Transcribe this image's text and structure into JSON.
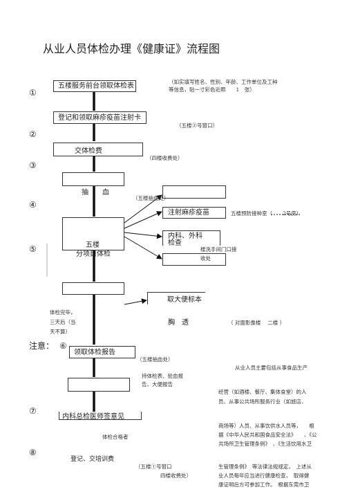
{
  "title": "从业人员体检办理《健康证》流程图",
  "steps": {
    "s1": "①",
    "s2": "②",
    "s3": "③",
    "s4": "④",
    "s5": "⑤",
    "s6": "⑥",
    "s7": "⑦",
    "s8": "⑧"
  },
  "boxes": {
    "b1": "五楼服务前台领取体检表",
    "b2": "登记和领取麻疹疫苗注射卡",
    "b3": "交体检费",
    "b4": "抽　　血",
    "b5a": "五楼",
    "b5b": "分项目体检",
    "b_vac": "注射麻疹疫苗",
    "b_im1": "内科、外科",
    "b_im2": "检查",
    "b_stool": "取大便标本",
    "b_chest": "胸　透",
    "b_report": "领取体检报告",
    "b_doctor": "内科总检医师签意见"
  },
  "notes": {
    "n1a": "（如实填写姓名、性别、年龄、工作单位及工种",
    "n1b": "等信息，贴一寸彩色近照　　1　张）",
    "n2": "（五楼②号窗口）",
    "n3": "（四楼收费处）",
    "n4": "（五楼抽血处）",
    "vac": "五楼预防接种室（　　2号房）",
    "stool_a": "楼洗手间门口接",
    "stool_b": "收处",
    "chest": "（ 对面影像楼　 二楼 ）",
    "done_a": "体检完毕，",
    "done_b": "三天后（当",
    "done_c": "天不算）",
    "notice": "注意：",
    "report_loc": "（五楼抽血处）",
    "bring_a": "持体检表、验血报",
    "bring_b": "告、大便报告",
    "qualified": "体检合格者",
    "reg": "登记、交培训费",
    "reg_loc_a": "（五楼①号窗口",
    "reg_loc_b": "四楼收费处）"
  },
  "side": {
    "l1": "从业人员主要包括从事食品生产",
    "l2": "经营（如酒楼、餐厅、集体食堂）的人",
    "l3": "员、从事公共场所服务行业（如旅店、",
    "l4": "商场等）人员、从事饮供水人员等，　　根",
    "l5": "据《中华人民共和国食品安全法》　　、《公",
    "l6": "共场所卫生管理条例》　、《生活饮用水卫",
    "l7": "生管理条例》　等法律法规规定，　上述从",
    "l8": "业人员每年应当进行健康检查，　取得健",
    "l9": "康证明后方可参加工作。　根据东莞市卫"
  }
}
